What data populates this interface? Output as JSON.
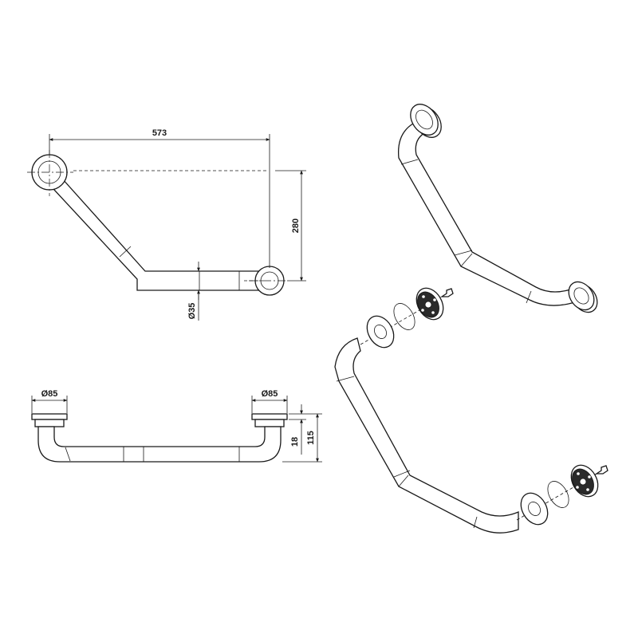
{
  "dimensions": {
    "length": "573",
    "height": "280",
    "tube_diameter": "Ø35",
    "flange_left": "Ø85",
    "flange_right": "Ø85",
    "flange_depth": "18",
    "projection": "115"
  }
}
